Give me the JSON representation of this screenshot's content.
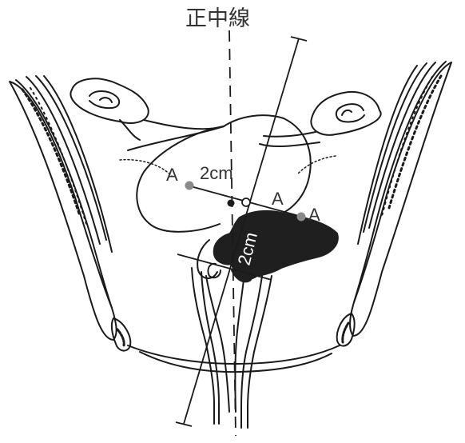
{
  "labels": {
    "midline": "正中線",
    "dim_horizontal": "2cm",
    "dim_vertical": "2cm",
    "point_left": "A",
    "point_center": "A",
    "point_right": "A"
  },
  "colors": {
    "ink": "#1a1a1a",
    "point_gray": "#8a8a8a",
    "mass": "#1f1f1f"
  }
}
